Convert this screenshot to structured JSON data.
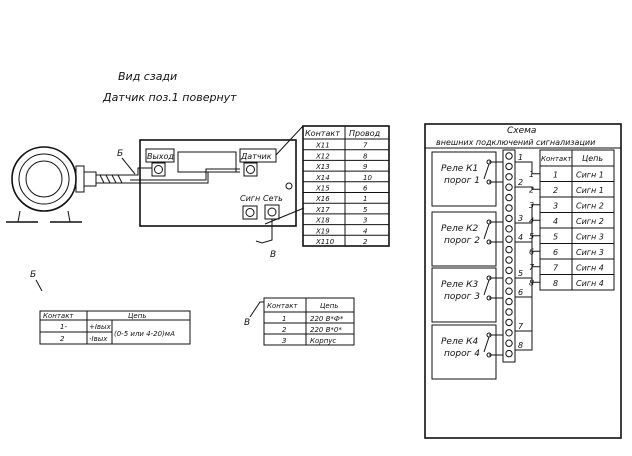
{
  "caption": {
    "line1": "Вид сзади",
    "line2": "Датчик поз.1 повернут"
  },
  "device": {
    "output_label": "Выход",
    "sensor_label": "Датчик",
    "signal_label": "Сигн",
    "power_label": "Сеть",
    "marker_b": "Б",
    "marker_v": "В"
  },
  "wire_table": {
    "headers": [
      "Контакт",
      "Провод"
    ],
    "rows": [
      [
        "X11",
        "7"
      ],
      [
        "X12",
        "8"
      ],
      [
        "X13",
        "9"
      ],
      [
        "X14",
        "10"
      ],
      [
        "X15",
        "6"
      ],
      [
        "X16",
        "1"
      ],
      [
        "X17",
        "5"
      ],
      [
        "X18",
        "3"
      ],
      [
        "X19",
        "4"
      ],
      [
        "X110",
        "2"
      ]
    ]
  },
  "table_b": {
    "marker": "Б",
    "headers": [
      "Контакт",
      "Цепь"
    ],
    "rows": [
      [
        "1-",
        "+Iвых"
      ],
      [
        "2",
        "-Iвых"
      ]
    ],
    "range_note": "(0-5 или 4-20)мА"
  },
  "table_v": {
    "marker": "В",
    "headers": [
      "Контакт",
      "Цепь"
    ],
    "rows": [
      [
        "1",
        "220 В*Ф*"
      ],
      [
        "2",
        "220 В*0*"
      ],
      [
        "3",
        "Корпус"
      ]
    ]
  },
  "schema": {
    "title1": "Схема",
    "title2": "внешних подключений сигнализации",
    "relays": [
      {
        "name": "Реле К1",
        "threshold": "порог 1"
      },
      {
        "name": "Реле К2",
        "threshold": "порог 2"
      },
      {
        "name": "Реле К3",
        "threshold": "порог 3"
      },
      {
        "name": "Реле К4",
        "threshold": "порог 4"
      }
    ],
    "terminal_numbers": [
      "1",
      "2",
      "3",
      "4",
      "5",
      "6",
      "7",
      "8"
    ],
    "inner_numbers": [
      "1",
      "2",
      "3",
      "4",
      "5",
      "6",
      "7",
      "8"
    ],
    "table_headers": [
      "Контакт",
      "Цепь"
    ],
    "table_rows": [
      [
        "1",
        "Сигн 1"
      ],
      [
        "2",
        "Сигн 1"
      ],
      [
        "3",
        "Сигн 2"
      ],
      [
        "4",
        "Сигн 2"
      ],
      [
        "5",
        "Сигн 3"
      ],
      [
        "6",
        "Сигн 3"
      ],
      [
        "7",
        "Сигн 4"
      ],
      [
        "8",
        "Сигн 4"
      ]
    ]
  }
}
